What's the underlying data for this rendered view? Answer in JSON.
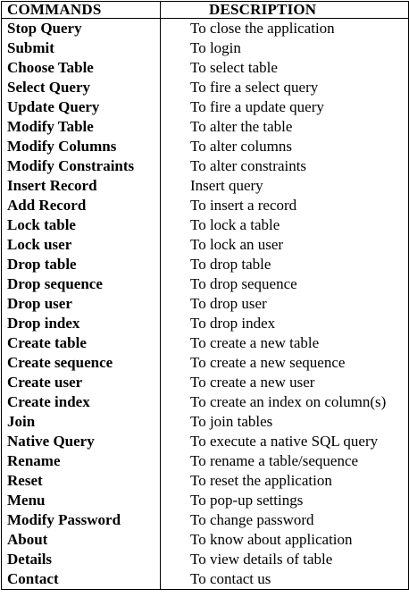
{
  "header": {
    "commands": "COMMANDS",
    "description": "DESCRIPTION"
  },
  "rows": [
    {
      "command": "Stop Query",
      "description": "To close the application"
    },
    {
      "command": "Submit",
      "description": "To login"
    },
    {
      "command": "Choose Table",
      "description": "To select table"
    },
    {
      "command": "Select Query",
      "description": "To fire a select query"
    },
    {
      "command": "Update Query",
      "description": "To fire a update query"
    },
    {
      "command": "Modify Table",
      "description": "To alter the table"
    },
    {
      "command": "Modify Columns",
      "description": "To alter columns"
    },
    {
      "command": "Modify Constraints",
      "description": "To alter constraints"
    },
    {
      "command": "Insert Record",
      "description": "Insert query"
    },
    {
      "command": "Add  Record",
      "description": "To insert a record"
    },
    {
      "command": "Lock table",
      "description": "To lock a table"
    },
    {
      "command": "Lock user",
      "description": "To lock an user"
    },
    {
      "command": "Drop table",
      "description": "To drop table"
    },
    {
      "command": "Drop sequence",
      "description": "To drop sequence"
    },
    {
      "command": "Drop user",
      "description": "To drop user"
    },
    {
      "command": "Drop index",
      "description": "To drop index"
    },
    {
      "command": "Create table",
      "description": "To create a new table"
    },
    {
      "command": "Create sequence",
      "description": "To create a new sequence"
    },
    {
      "command": "Create user",
      "description": "To create a new user"
    },
    {
      "command": "Create index",
      "description": "To create an index on column(s)"
    },
    {
      "command": "Join",
      "description": "To join tables"
    },
    {
      "command": "Native Query",
      "description": "To execute a native SQL query"
    },
    {
      "command": "Rename",
      "description": "To rename a table/sequence"
    },
    {
      "command": "Reset",
      "description": "To reset the application"
    },
    {
      "command": "Menu",
      "description": "To pop-up settings"
    },
    {
      "command": "Modify Password",
      "description": "To change password"
    },
    {
      "command": "About",
      "description": "To know about application"
    },
    {
      "command": "Details",
      "description": "To view details of table"
    },
    {
      "command": "Contact",
      "description": "To contact us"
    }
  ]
}
